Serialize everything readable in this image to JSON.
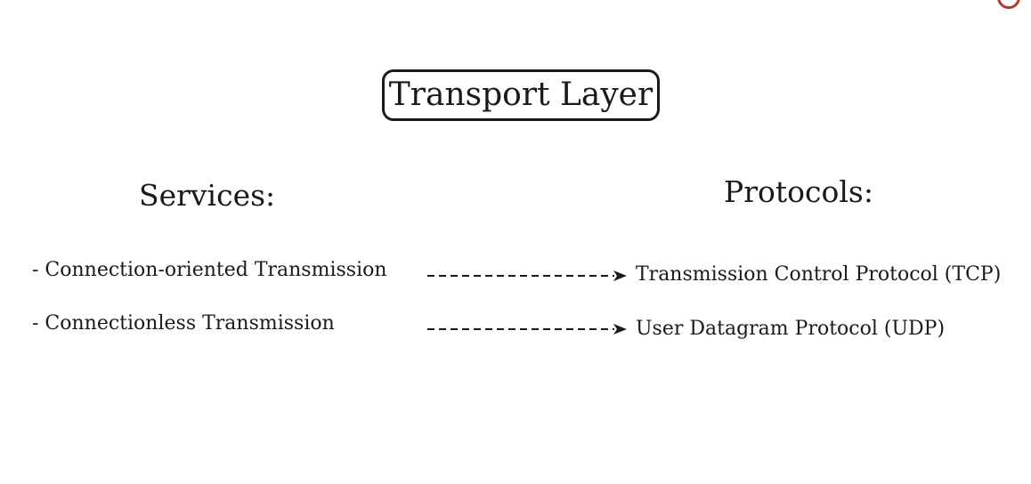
{
  "title": "Transport Layer",
  "columns": {
    "services_heading": "Services:",
    "protocols_heading": "Protocols:"
  },
  "mappings": [
    {
      "service": "- Connection-oriented Transmission",
      "protocol": "Transmission Control Protocol (TCP)"
    },
    {
      "service": "- Connectionless Transmission",
      "protocol": "User Datagram Protocol (UDP)"
    }
  ],
  "colors": {
    "text": "#1a1a1a",
    "corner_mark": "#b33a2b"
  },
  "icons": [
    "dashed-arrow-icon"
  ]
}
